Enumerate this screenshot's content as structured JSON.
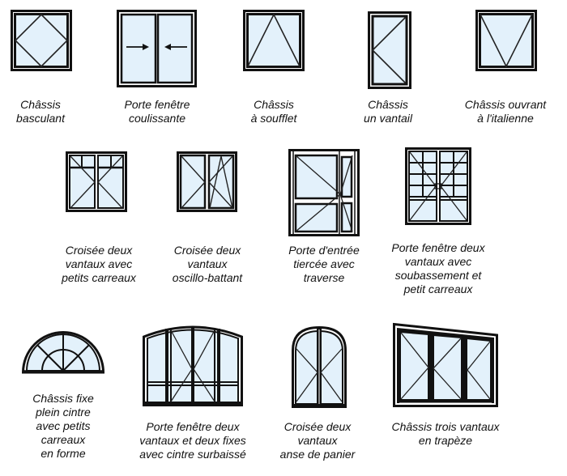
{
  "colors": {
    "glass": "#e3f1fb",
    "frame": "#111111",
    "background": "#ffffff",
    "text": "#111111"
  },
  "items": [
    {
      "id": "chassis-basculant",
      "lines": [
        "Châssis",
        "basculant"
      ]
    },
    {
      "id": "porte-fenetre-coulissante",
      "lines": [
        "Porte fenêtre",
        "coulissante"
      ]
    },
    {
      "id": "chassis-a-soufflet",
      "lines": [
        "Châssis",
        "à soufflet"
      ]
    },
    {
      "id": "chassis-un-vantail",
      "lines": [
        "Châssis",
        "un vantail"
      ]
    },
    {
      "id": "chassis-ouvrant-italienne",
      "lines": [
        "Châssis ouvrant",
        "à l'italienne"
      ]
    },
    {
      "id": "croisee-deux-vantaux-petits-carreaux",
      "lines": [
        "Croisée deux",
        "vantaux avec",
        "petits carreaux"
      ]
    },
    {
      "id": "croisee-deux-vantaux-oscillo-battant",
      "lines": [
        "Croisée deux",
        "vantaux",
        "oscillo-battant"
      ]
    },
    {
      "id": "porte-entree-tiercee-traverse",
      "lines": [
        "Porte d'entrée",
        "tiercée avec",
        "traverse"
      ]
    },
    {
      "id": "porte-fenetre-soubassement-petit-carreaux",
      "lines": [
        "Porte fenêtre deux",
        "vantaux avec",
        "soubassement et",
        "petit carreaux"
      ]
    },
    {
      "id": "chassis-fixe-plein-cintre",
      "lines": [
        "Châssis fixe",
        "plein cintre",
        "avec petits",
        "carreaux",
        "en forme"
      ]
    },
    {
      "id": "porte-fenetre-cintre-surbaisse",
      "lines": [
        "Porte fenêtre deux",
        "vantaux et deux fixes",
        "avec cintre surbaissé"
      ]
    },
    {
      "id": "croisee-anse-de-panier",
      "lines": [
        "Croisée deux",
        "vantaux",
        "anse de panier"
      ]
    },
    {
      "id": "chassis-trois-vantaux-trapeze",
      "lines": [
        "Châssis trois vantaux",
        "en trapèze"
      ]
    }
  ]
}
